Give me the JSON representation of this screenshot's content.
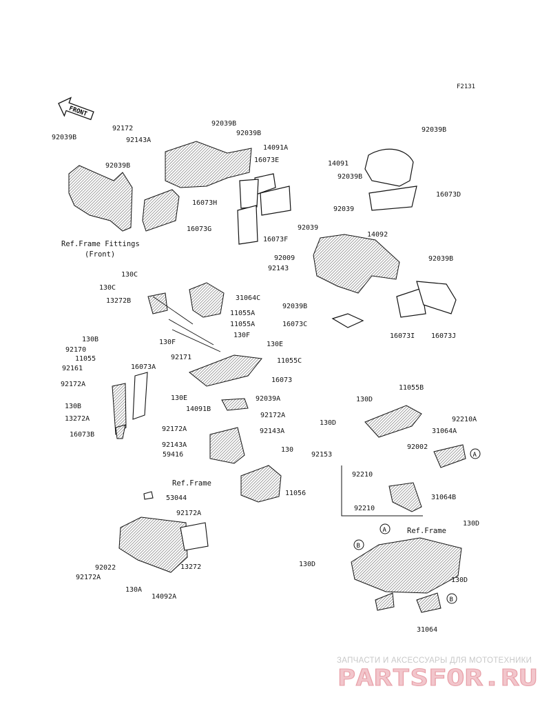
{
  "figure_code": "F2131",
  "front_arrow_text": "FRONT",
  "references": {
    "frame_fittings_front_line1": "Ref.Frame Fittings",
    "frame_fittings_front_line2": "(Front)",
    "frame_center": "Ref.Frame",
    "frame_rear": "Ref.Frame"
  },
  "callout_circle_a": "A",
  "callout_circle_b": "B",
  "parts": [
    "92039B",
    "92172",
    "92039B",
    "92143A",
    "92039B",
    "14091A",
    "92039B",
    "16073E",
    "16073H",
    "16073G",
    "16073F",
    "92039B",
    "14091",
    "92039B",
    "16073D",
    "92039",
    "92039",
    "14092",
    "92009",
    "92143",
    "92039B",
    "92039B",
    "16073C",
    "16073I",
    "16073J",
    "130C",
    "130C",
    "13272B",
    "31064C",
    "11055A",
    "11055A",
    "130F",
    "130F",
    "130E",
    "130B",
    "92170",
    "11055",
    "92161",
    "92172A",
    "130B",
    "13272A",
    "16073B",
    "16073A",
    "92171",
    "11055C",
    "16073",
    "130E",
    "92039A",
    "14091B",
    "92172A",
    "92172A",
    "92143A",
    "92143A",
    "59416",
    "130",
    "11056",
    "130D",
    "11055B",
    "130D",
    "92210A",
    "31064A",
    "92002",
    "92153",
    "92210",
    "92210",
    "31064B",
    "53044",
    "92172A",
    "13272",
    "92022",
    "92172A",
    "130A",
    "14092A",
    "130D",
    "130D",
    "130D",
    "31064"
  ],
  "watermark": {
    "caption": "ЗАПЧАСТИ И АКСЕССУАРЫ ДЛЯ МОТОТЕХНИКИ",
    "logo_text": "PARTSFOR.RU",
    "color": "#e8a0a8"
  },
  "colors": {
    "ink": "#111111",
    "background": "#ffffff",
    "shade": "#7a7a7a"
  }
}
